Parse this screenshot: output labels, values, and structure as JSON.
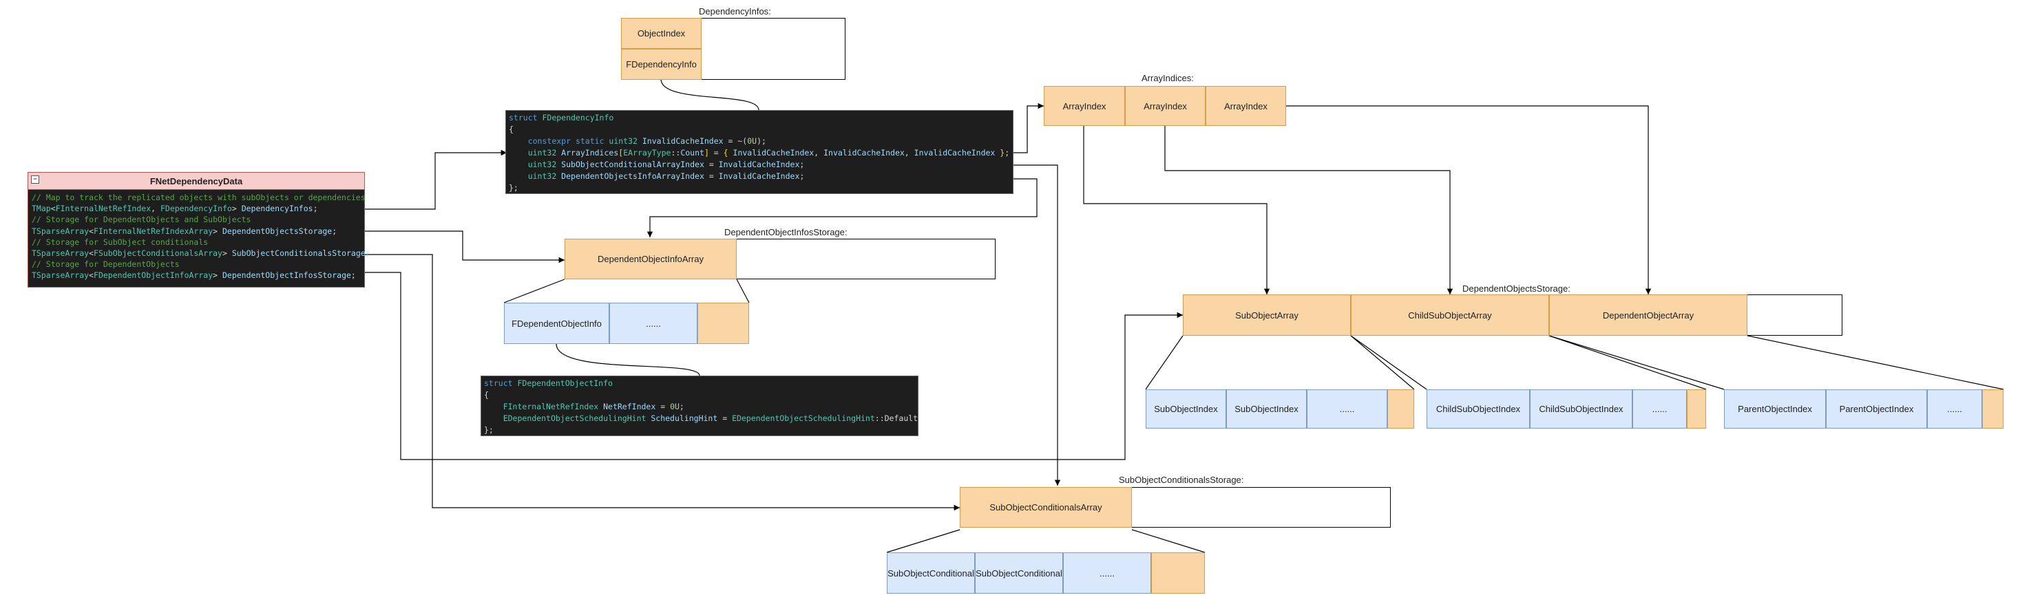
{
  "labels": {
    "dependency_infos": "DependencyInfos:",
    "array_indices": "ArrayIndices:",
    "dependent_object_infos_storage": "DependentObjectInfosStorage:",
    "dependent_objects_storage": "DependentObjectsStorage:",
    "sub_object_conditionals_storage": "SubObjectConditionalsStorage:"
  },
  "dependency_infos_map": {
    "key_cell": "ObjectIndex",
    "value_cell": "FDependencyInfo"
  },
  "array_indices": [
    "ArrayIndex",
    "ArrayIndex",
    "ArrayIndex"
  ],
  "fnet_dependency_data": {
    "title": "FNetDependencyData",
    "collapse_glyph": "−",
    "lines": [
      [
        {
          "c": "cm",
          "t": "// Map to track the replicated objects with subObjects or dependencies"
        }
      ],
      [
        {
          "c": "ty",
          "t": "TMap"
        },
        {
          "c": "pl",
          "t": "<"
        },
        {
          "c": "ty",
          "t": "FInternalNetRefIndex"
        },
        {
          "c": "pl",
          "t": ", "
        },
        {
          "c": "ty",
          "t": "FDependencyInfo"
        },
        {
          "c": "pl",
          "t": "> "
        },
        {
          "c": "id",
          "t": "DependencyInfos"
        },
        {
          "c": "pl",
          "t": ";"
        }
      ],
      [
        {
          "c": "cm",
          "t": "// Storage for DependentObjects and SubObjects"
        }
      ],
      [
        {
          "c": "ty",
          "t": "TSparseArray"
        },
        {
          "c": "pl",
          "t": "<"
        },
        {
          "c": "ty",
          "t": "FInternalNetRefIndexArray"
        },
        {
          "c": "pl",
          "t": "> "
        },
        {
          "c": "id",
          "t": "DependentObjectsStorage"
        },
        {
          "c": "pl",
          "t": ";"
        }
      ],
      [
        {
          "c": "cm",
          "t": "// Storage for SubObject conditionals"
        }
      ],
      [
        {
          "c": "ty",
          "t": "TSparseArray"
        },
        {
          "c": "pl",
          "t": "<"
        },
        {
          "c": "ty",
          "t": "FSubObjectConditionalsArray"
        },
        {
          "c": "pl",
          "t": "> "
        },
        {
          "c": "id",
          "t": "SubObjectConditionalsStorage"
        },
        {
          "c": "pl",
          "t": ";"
        }
      ],
      [
        {
          "c": "cm",
          "t": "// Storage for DependentObjects"
        }
      ],
      [
        {
          "c": "ty",
          "t": "TSparseArray"
        },
        {
          "c": "pl",
          "t": "<"
        },
        {
          "c": "ty",
          "t": "FDependentObjectInfoArray"
        },
        {
          "c": "pl",
          "t": "> "
        },
        {
          "c": "id",
          "t": "DependentObjectInfosStorage"
        },
        {
          "c": "pl",
          "t": ";"
        }
      ]
    ]
  },
  "fdependency_info_code": [
    [
      {
        "c": "kw",
        "t": "struct "
      },
      {
        "c": "ty",
        "t": "FDependencyInfo"
      }
    ],
    [
      {
        "c": "pl",
        "t": "{"
      }
    ],
    [
      {
        "c": "pl",
        "t": "    "
      },
      {
        "c": "kw",
        "t": "constexpr static "
      },
      {
        "c": "ty",
        "t": "uint32 "
      },
      {
        "c": "id",
        "t": "InvalidCacheIndex"
      },
      {
        "c": "pl",
        "t": " = ~("
      },
      {
        "c": "nu",
        "t": "0U"
      },
      {
        "c": "pl",
        "t": ");"
      }
    ],
    [
      {
        "c": "pl",
        "t": "    "
      },
      {
        "c": "ty",
        "t": "uint32 "
      },
      {
        "c": "id",
        "t": "ArrayIndices"
      },
      {
        "c": "br",
        "t": "["
      },
      {
        "c": "ty",
        "t": "EArrayType"
      },
      {
        "c": "pl",
        "t": "::"
      },
      {
        "c": "id",
        "t": "Count"
      },
      {
        "c": "br",
        "t": "]"
      },
      {
        "c": "pl",
        "t": " = "
      },
      {
        "c": "br",
        "t": "{"
      },
      {
        "c": "pl",
        "t": " "
      },
      {
        "c": "id",
        "t": "InvalidCacheIndex"
      },
      {
        "c": "pl",
        "t": ", "
      },
      {
        "c": "id",
        "t": "InvalidCacheIndex"
      },
      {
        "c": "pl",
        "t": ", "
      },
      {
        "c": "id",
        "t": "InvalidCacheIndex"
      },
      {
        "c": "pl",
        "t": " "
      },
      {
        "c": "br",
        "t": "}"
      },
      {
        "c": "pl",
        "t": ";"
      }
    ],
    [
      {
        "c": "pl",
        "t": "    "
      },
      {
        "c": "ty",
        "t": "uint32 "
      },
      {
        "c": "id",
        "t": "SubObjectConditionalArrayIndex"
      },
      {
        "c": "pl",
        "t": " = "
      },
      {
        "c": "id",
        "t": "InvalidCacheIndex"
      },
      {
        "c": "pl",
        "t": ";"
      }
    ],
    [
      {
        "c": "pl",
        "t": "    "
      },
      {
        "c": "ty",
        "t": "uint32 "
      },
      {
        "c": "id",
        "t": "DependentObjectsInfoArrayIndex"
      },
      {
        "c": "pl",
        "t": " = "
      },
      {
        "c": "id",
        "t": "InvalidCacheIndex"
      },
      {
        "c": "pl",
        "t": ";"
      }
    ],
    [
      {
        "c": "pl",
        "t": "};"
      }
    ]
  ],
  "dependent_object_infos": {
    "header_cell": "DependentObjectInfoArray",
    "elements": [
      "FDependentObjectInfo",
      "......"
    ]
  },
  "fdependent_object_info_code": [
    [
      {
        "c": "kw",
        "t": "struct "
      },
      {
        "c": "ty",
        "t": "FDependentObjectInfo"
      }
    ],
    [
      {
        "c": "pl",
        "t": "{"
      }
    ],
    [
      {
        "c": "pl",
        "t": "    "
      },
      {
        "c": "ty",
        "t": "FInternalNetRefIndex "
      },
      {
        "c": "id",
        "t": "NetRefIndex"
      },
      {
        "c": "pl",
        "t": " = "
      },
      {
        "c": "nu",
        "t": "0U"
      },
      {
        "c": "pl",
        "t": ";"
      }
    ],
    [
      {
        "c": "pl",
        "t": "    "
      },
      {
        "c": "ty",
        "t": "EDependentObjectSchedulingHint "
      },
      {
        "c": "id",
        "t": "SchedulingHint"
      },
      {
        "c": "pl",
        "t": " = "
      },
      {
        "c": "ty",
        "t": "EDependentObjectSchedulingHint"
      },
      {
        "c": "pl",
        "t": "::Default;"
      }
    ],
    [
      {
        "c": "pl",
        "t": "};"
      }
    ]
  ],
  "dependent_objects_storage": {
    "header_cells": [
      "SubObjectArray",
      "ChildSubObjectArray",
      "DependentObjectArray"
    ],
    "sub_object_elements": [
      "SubObjectIndex",
      "SubObjectIndex",
      "......"
    ],
    "child_sub_object_elements": [
      "ChildSubObjectIndex",
      "ChildSubObjectIndex",
      "......"
    ],
    "parent_object_elements": [
      "ParentObjectIndex",
      "ParentObjectIndex",
      "......"
    ]
  },
  "sub_object_conditionals": {
    "header_cell": "SubObjectConditionalsArray",
    "elements": [
      "SubObjectConditional",
      "SubObjectConditional",
      "......"
    ]
  }
}
